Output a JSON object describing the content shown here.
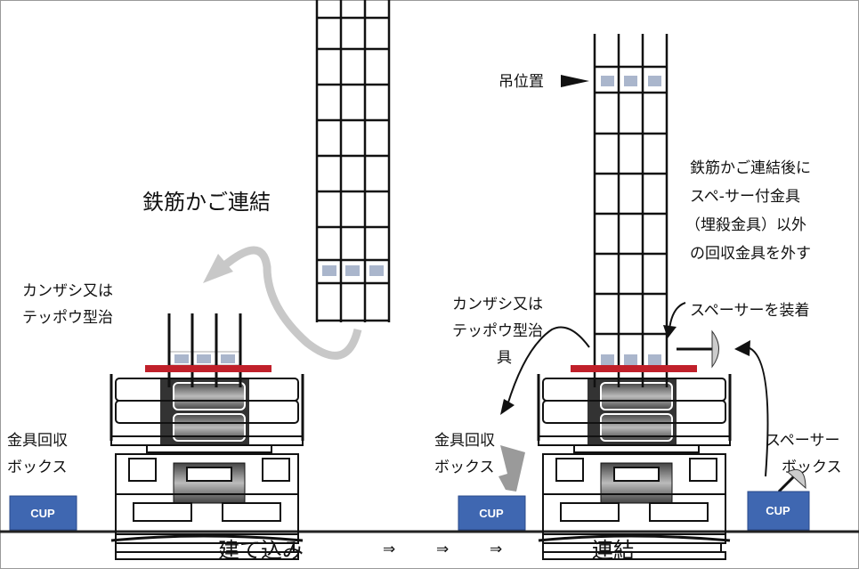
{
  "title": "鉄筋かご連結",
  "left": {
    "tool_label": [
      "カンザシ又は",
      "テッポウ型治"
    ],
    "box_label": [
      "金具回収",
      "ボックス"
    ],
    "cup": "CUP"
  },
  "right": {
    "lift_position": "吊位置",
    "note": [
      "鉄筋かご連結後に",
      "スペ-サー付金具",
      "（埋殺金具）以外",
      "の回収金具を外す"
    ],
    "spacer_attach": "スペーサーを装着",
    "tool_label": [
      "カンザシ又は",
      "テッポウ型治",
      "具"
    ],
    "box_label": [
      "金具回収",
      "ボックス"
    ],
    "spacer_box": [
      "スペーサー",
      "ボックス"
    ],
    "cup_left": "CUP",
    "cup_right": "CUP"
  },
  "steps": {
    "step1": "建て込み",
    "arrows": [
      "⇒",
      "⇒",
      "⇒"
    ],
    "step2": "連結"
  },
  "colors": {
    "cup": "#3f67b1",
    "clamp_bar": "#c0202a",
    "spacer_block": "#aab6cc",
    "ground": "#8a3a1a"
  }
}
